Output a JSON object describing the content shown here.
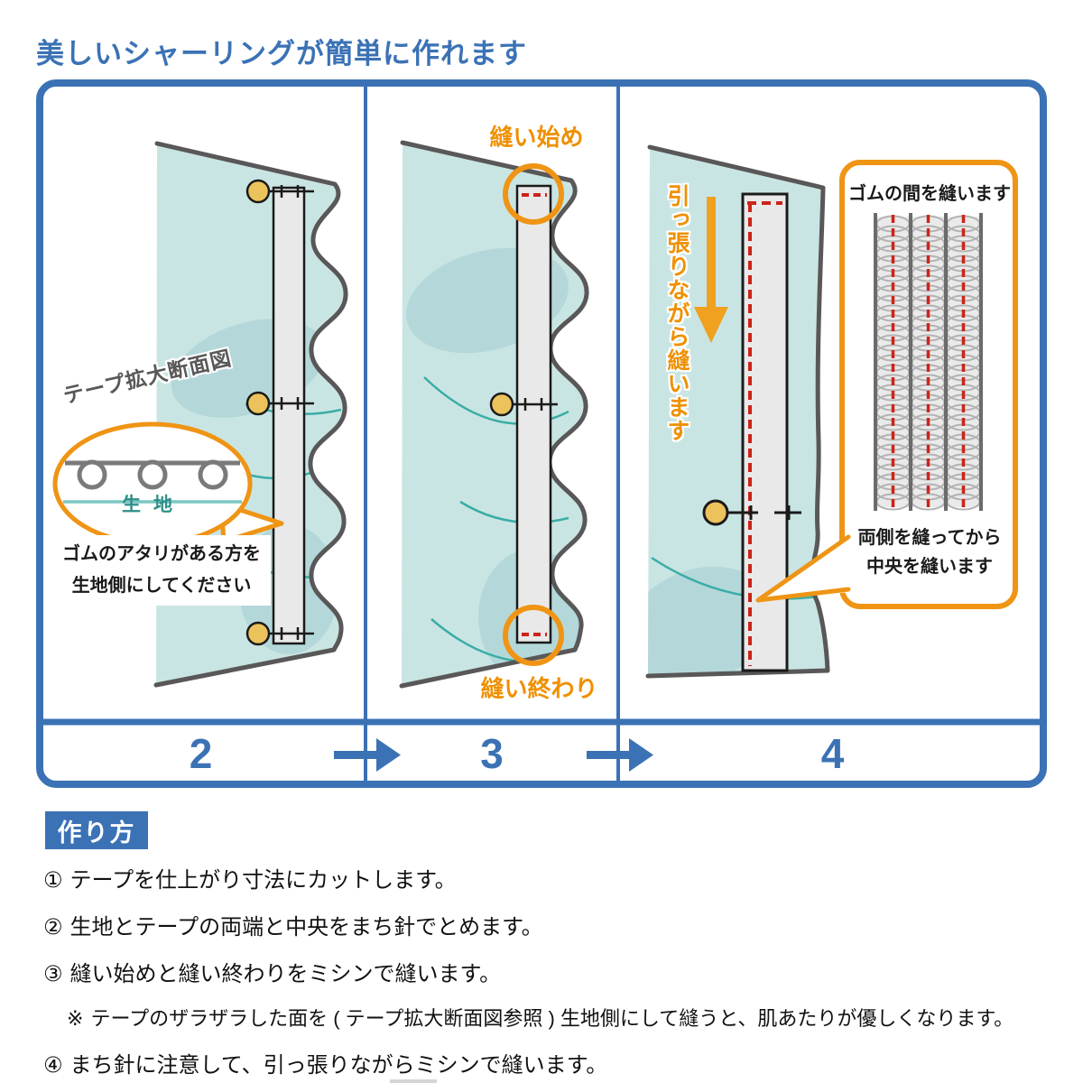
{
  "title": "美しいシャーリングが簡単に作れます",
  "colors": {
    "blue": "#3b72b5",
    "orange_label": "#ef9000",
    "orange_border": "#ef9414",
    "fabric_teal": "#c9e5e3",
    "fabric_blob": "#b4d8da",
    "fabric_line": "#3aada6",
    "stitch_red": "#cc2418",
    "pin_yellow": "#ecc25c",
    "outline_gray": "#595757"
  },
  "figure": {
    "panel2": {
      "number": "2",
      "tape_section_label": "テープ拡大断面図",
      "fabric_label": "生地",
      "note_line1": "ゴムのアタリがある方を",
      "note_line2": "生地側にしてください"
    },
    "panel3": {
      "number": "3",
      "sew_start": "縫い始め",
      "sew_end": "縫い終わり"
    },
    "panel4": {
      "number": "4",
      "pull_label": "引っ張りながら縫います",
      "box_title": "ゴムの間を縫います",
      "box_caption_line1": "両側を縫ってから",
      "box_caption_line2": "中央を縫います"
    }
  },
  "howto": {
    "heading": "作り方",
    "steps": [
      {
        "marker": "①",
        "text": "テープを仕上がり寸法にカットします。"
      },
      {
        "marker": "②",
        "text": "生地とテープの両端と中央をまち針でとめます。"
      },
      {
        "marker": "③",
        "text": "縫い始めと縫い終わりをミシンで縫います。"
      },
      {
        "marker": "※",
        "text": "テープのザラザラした面を ( テープ拡大断面図参照 ) 生地側にして縫うと、肌あたりが優しくなります。"
      },
      {
        "marker": "④",
        "text": "まち針に注意して、引っ張りながらミシンで縫います。"
      }
    ]
  }
}
